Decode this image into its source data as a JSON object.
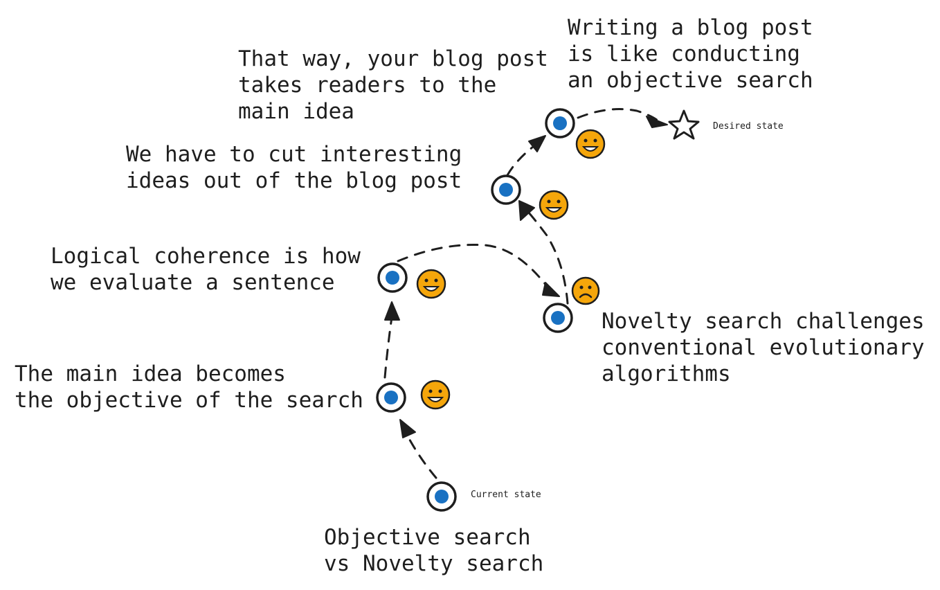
{
  "colors": {
    "ink": "#1e1e1e",
    "node_fill": "#1971c2",
    "face_fill": "#f5a60b",
    "background": "#ffffff"
  },
  "labels": {
    "start": "Objective search\nvs Novelty search",
    "step1": "The main idea becomes\nthe objective of the search",
    "step2": "Logical coherence is how\nwe evaluate a sentence",
    "step3": "Novelty search challenges\nconventional evolutionary\nalgorithms",
    "step4": "We have to cut interesting\nideas out of the blog post",
    "step5": "That way, your blog post\ntakes readers to the\nmain idea",
    "goal": "Writing a blog post\nis like conducting\nan objective search"
  },
  "markers": {
    "current_state": "Current state",
    "desired_state": "Desired state"
  },
  "icons": {
    "node": "target-circle-icon",
    "happy": "smiley-face-icon",
    "sad": "sad-face-icon",
    "goal": "star-icon"
  }
}
